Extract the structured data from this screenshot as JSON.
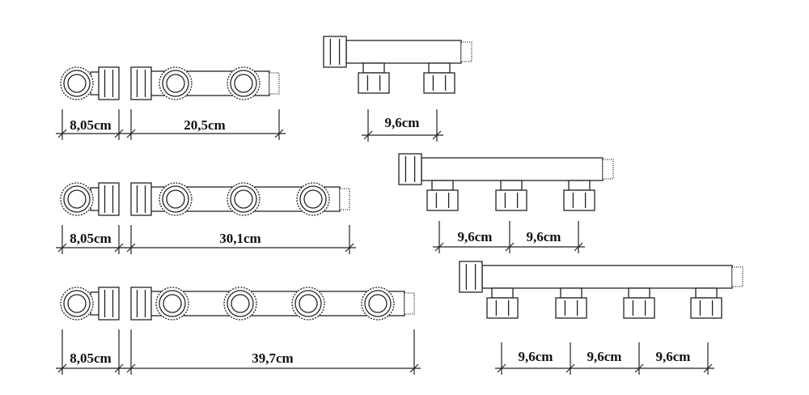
{
  "front_views": [
    {
      "name": "2-outlet",
      "outlets": 2,
      "elbow_width_label": "8,05cm",
      "length_label": "20,5cm"
    },
    {
      "name": "3-outlet",
      "outlets": 3,
      "elbow_width_label": "8,05cm",
      "length_label": "30,1cm"
    },
    {
      "name": "4-outlet",
      "outlets": 4,
      "elbow_width_label": "8,05cm",
      "length_label": "39,7cm"
    }
  ],
  "side_views": [
    {
      "name": "2-outlet",
      "outlets": 2,
      "spacing_labels": [
        "9,6cm"
      ]
    },
    {
      "name": "3-outlet",
      "outlets": 3,
      "spacing_labels": [
        "9,6cm",
        "9,6cm"
      ]
    },
    {
      "name": "4-outlet",
      "outlets": 4,
      "spacing_labels": [
        "9,6cm",
        "9,6cm",
        "9,6cm"
      ]
    }
  ]
}
